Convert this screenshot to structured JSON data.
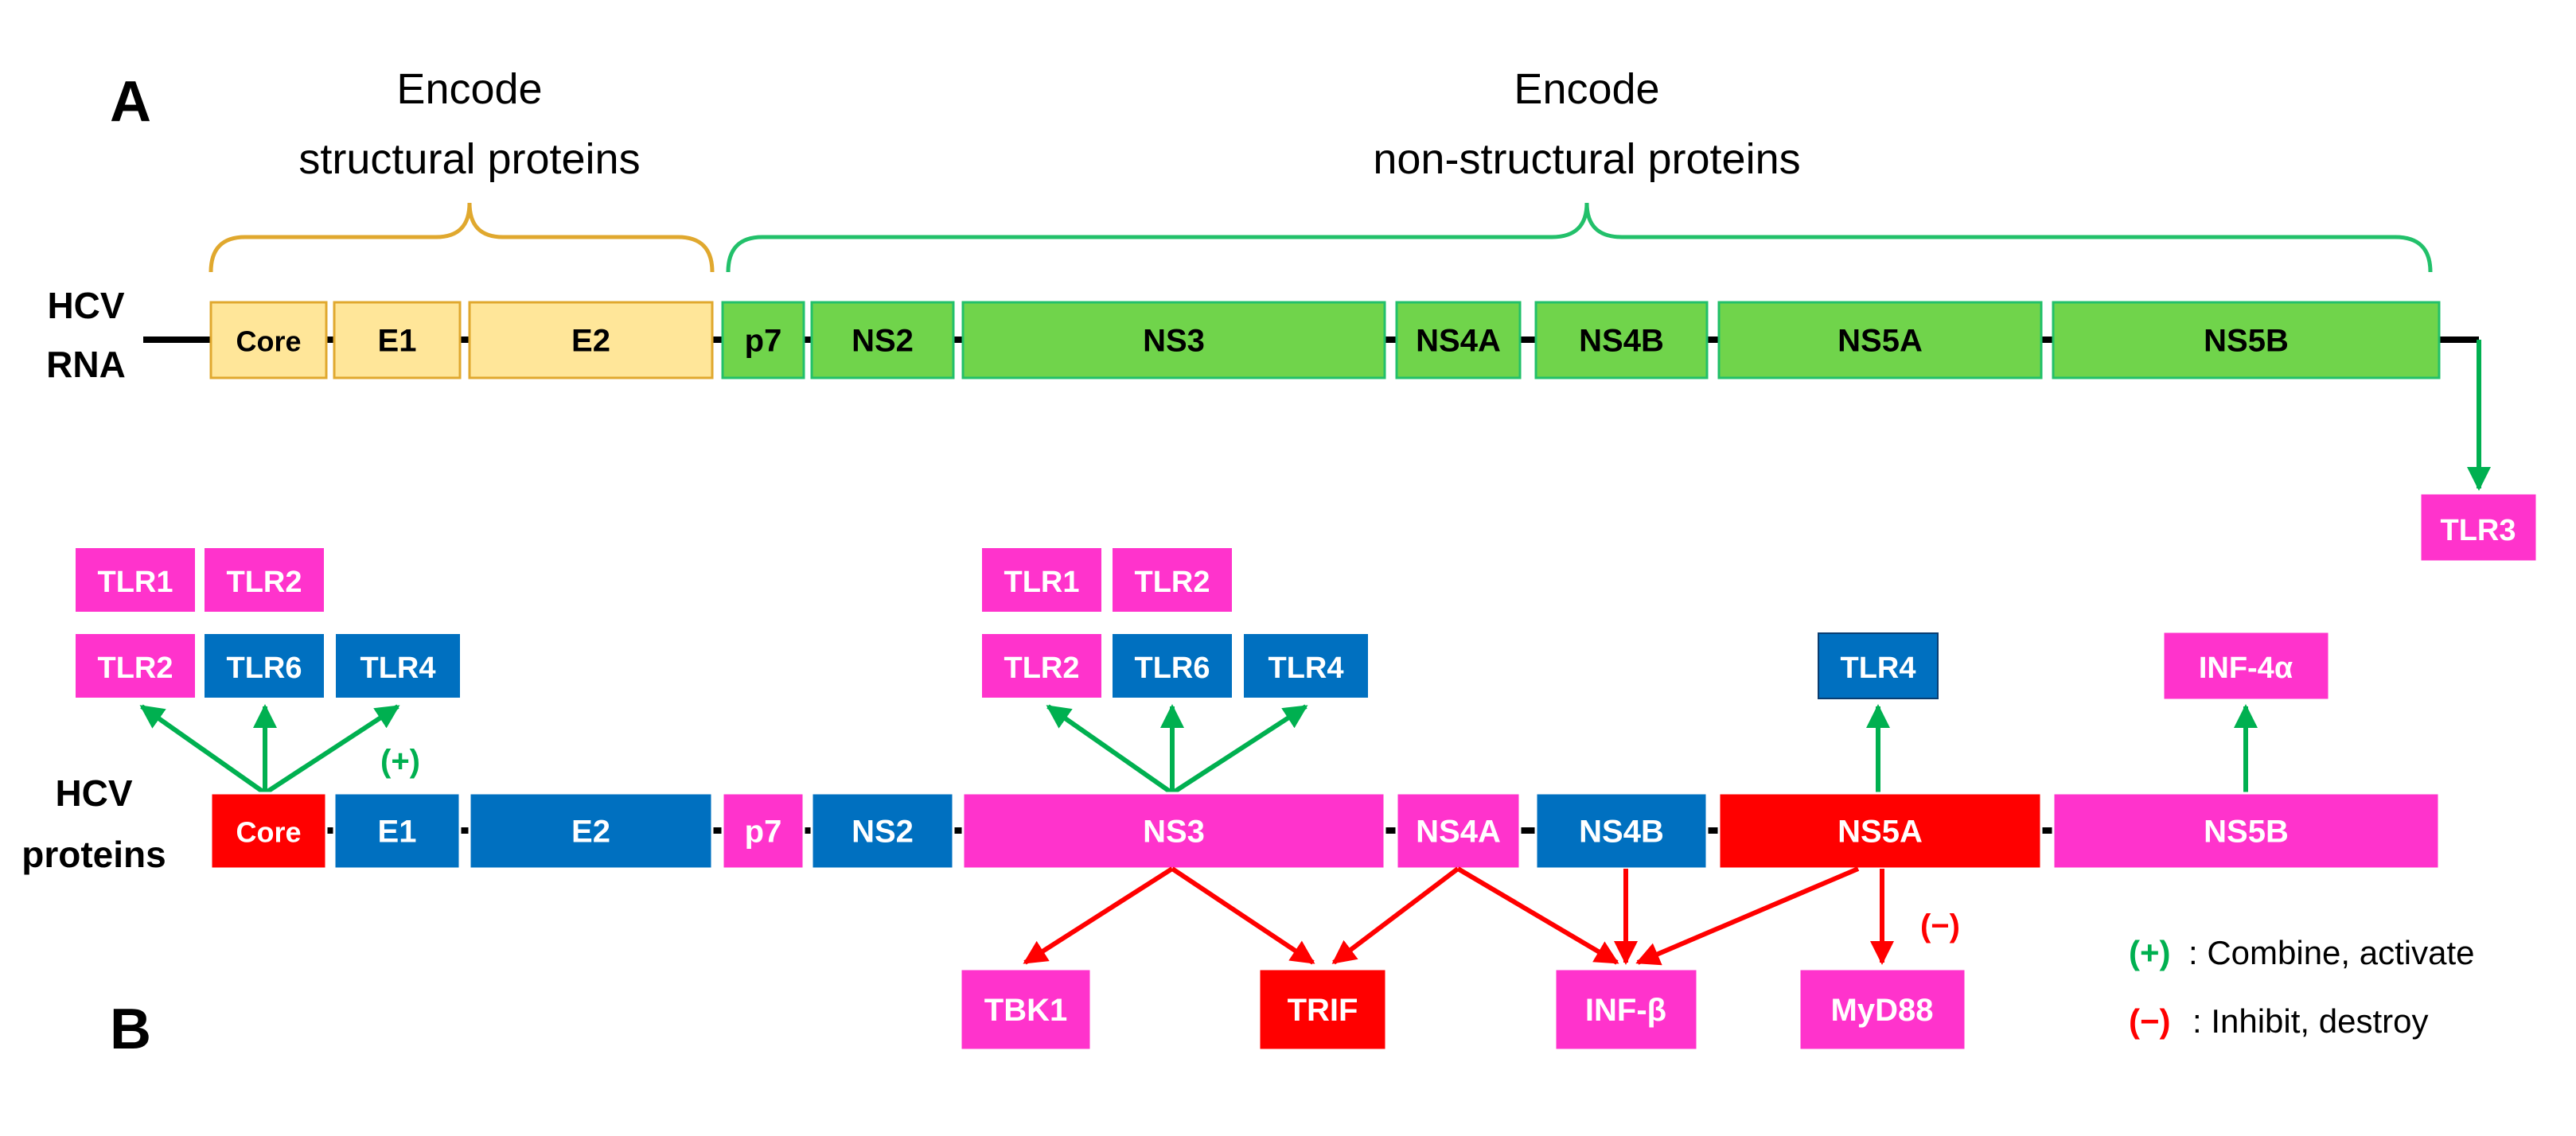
{
  "panels": {
    "a": "A",
    "b": "B"
  },
  "headers": {
    "structural": [
      "Encode",
      "structural proteins"
    ],
    "nonstructural": [
      "Encode",
      "non-structural proteins"
    ]
  },
  "rows": {
    "rna": [
      "HCV",
      "RNA"
    ],
    "proteins": [
      "HCV",
      "proteins"
    ]
  },
  "rna_segments": [
    "Core",
    "E1",
    "E2",
    "p7",
    "NS2",
    "NS3",
    "NS4A",
    "NS4B",
    "NS5A",
    "NS5B"
  ],
  "protein_segments": [
    "Core",
    "E1",
    "E2",
    "p7",
    "NS2",
    "NS3",
    "NS4A",
    "NS4B",
    "NS5A",
    "NS5B"
  ],
  "receptors": {
    "tlr3": "TLR3",
    "core_tlr1": "TLR1",
    "core_tlr2_top": "TLR2",
    "core_tlr2": "TLR2",
    "core_tlr6": "TLR6",
    "core_tlr4": "TLR4",
    "ns3_tlr1": "TLR1",
    "ns3_tlr2_top": "TLR2",
    "ns3_tlr2": "TLR2",
    "ns3_tlr6": "TLR6",
    "ns3_tlr4": "TLR4",
    "ns5a_tlr4": "TLR4",
    "ns5b_inf4a": "INF-4α"
  },
  "targets": {
    "tbk1": "TBK1",
    "trif": "TRIF",
    "infb": "INF-β",
    "myd88": "MyD88"
  },
  "signs": {
    "plus": "(+)",
    "minus": "(−)"
  },
  "legend": {
    "plus_symbol": "(+)",
    "plus_text": ": Combine, activate",
    "minus_symbol": "(−)",
    "minus_text": ": Inhibit, destroy"
  },
  "colors": {
    "structural_fill": "#FFE699",
    "structural_stroke": "#E0A82E",
    "nonstructural_fill": "#70D44B",
    "nonstructural_stroke": "#22C06A",
    "magenta": "#FF33CC",
    "blue": "#0070C0",
    "red": "#FF0000",
    "activate_arrow": "#00B050",
    "inhibit_arrow": "#FF0000"
  }
}
